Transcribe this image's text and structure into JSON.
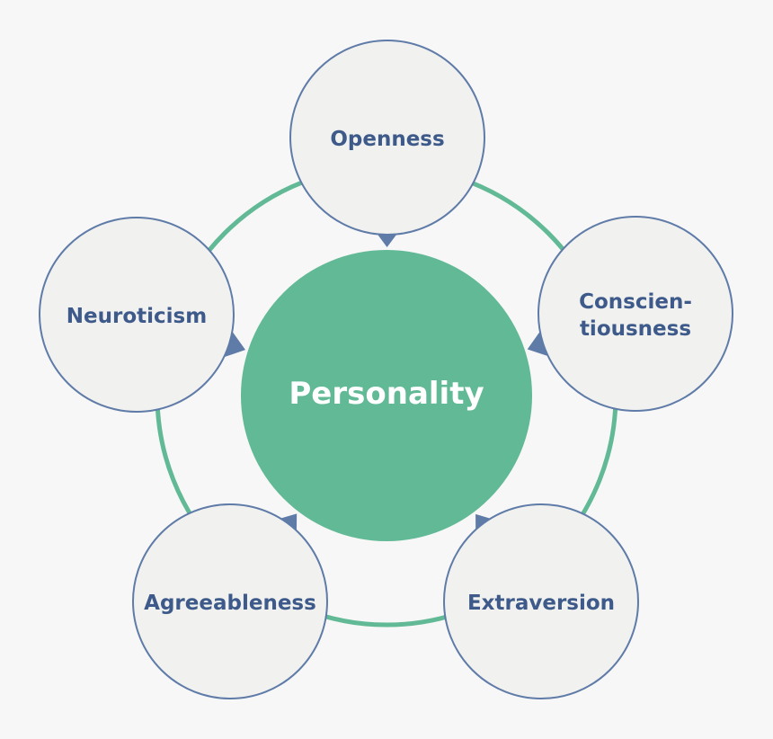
{
  "center": {
    "label": "Personality",
    "color": "#61b996"
  },
  "ring_color": "#61b996",
  "node_fill": "#f1f1ef",
  "node_stroke": "#5f7ba8",
  "text_color": "#3d5a8a",
  "nodes": [
    {
      "label": [
        "Openness"
      ]
    },
    {
      "label": [
        "Conscien-",
        "tiousness"
      ]
    },
    {
      "label": [
        "Extraversion"
      ]
    },
    {
      "label": [
        "Agreeableness"
      ]
    },
    {
      "label": [
        "Neuroticism"
      ]
    }
  ]
}
